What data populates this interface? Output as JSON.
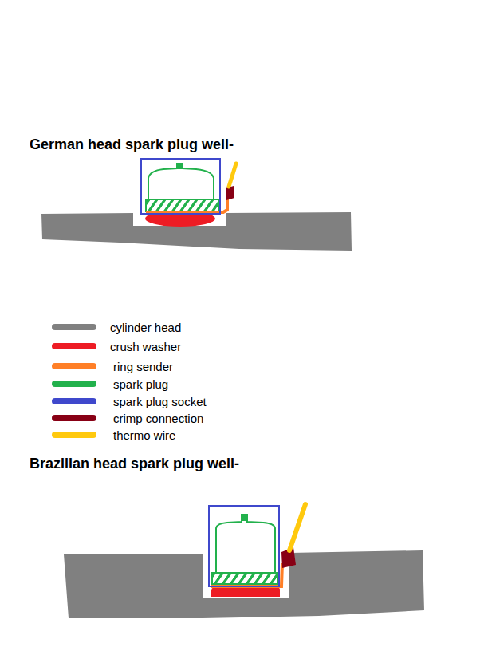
{
  "diagram": {
    "labels": [
      "German head spark plug well-",
      "Brazilian head spark plug well-"
    ],
    "legend": [
      {
        "text": "cylinder head",
        "color": "#808080"
      },
      {
        "text": "crush washer",
        "color": "#ed1c24"
      },
      {
        "text": "ring sender",
        "color": "#ff7f27"
      },
      {
        "text": "spark plug",
        "color": "#22b14c"
      },
      {
        "text": "spark plug socket",
        "color": "#3f48cc"
      },
      {
        "text": "crimp connection",
        "color": "#880015"
      },
      {
        "text": "thermo wire",
        "color": "#ffc90e"
      }
    ]
  }
}
